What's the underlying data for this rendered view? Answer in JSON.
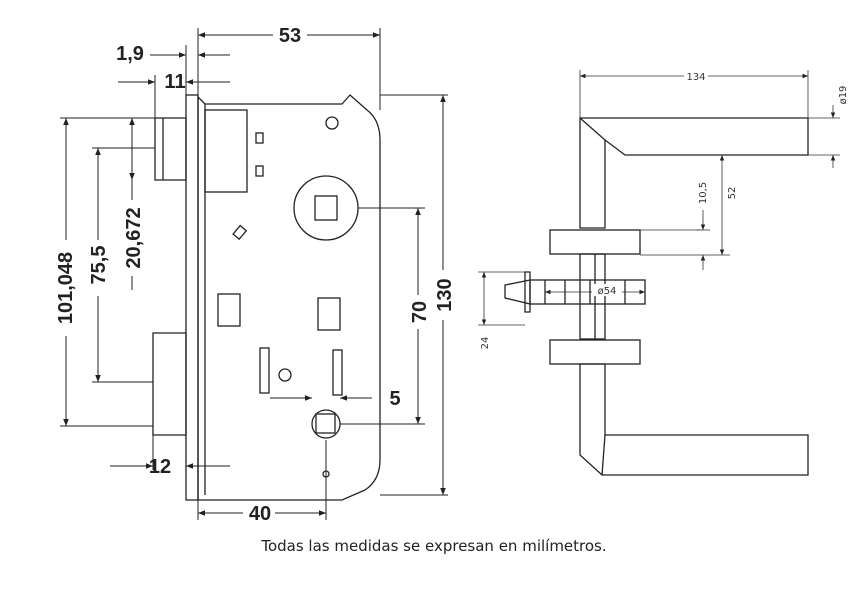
{
  "lock_drawing": {
    "dim_width": "53",
    "dim_faceplate": "1,9",
    "dim_11": "11",
    "dim_101": "101,048",
    "dim_75": "75,5",
    "dim_20": "20,672",
    "dim_70": "70",
    "dim_130": "130",
    "dim_5": "5",
    "dim_12": "12",
    "dim_40": "40"
  },
  "handle_drawing": {
    "dim_134": "134",
    "dim_phi19": "ø19",
    "dim_10_5": "10,5",
    "dim_52": "52",
    "dim_phi54": "ø54",
    "dim_24": "24"
  },
  "caption": "Todas las medidas se expresan en milímetros."
}
